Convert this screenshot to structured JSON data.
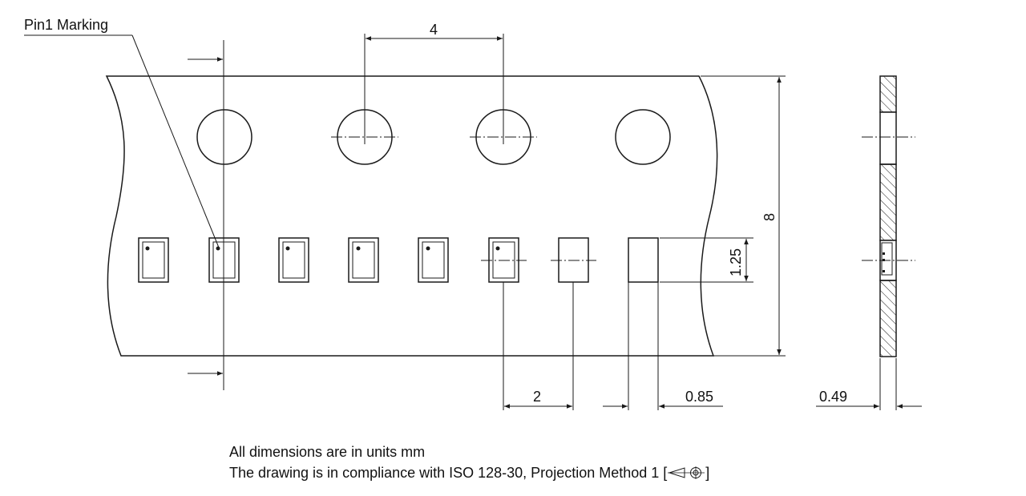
{
  "labels": {
    "pin1": "Pin1 Marking",
    "pitch_holes": "4",
    "tape_width": "8",
    "cavity_length": "1.25",
    "cavity_pitch": "2",
    "cavity_width": "0.85",
    "tape_thickness": "0.49"
  },
  "notes": {
    "line1": "All dimensions are in units mm",
    "line2_prefix": "The drawing is in compliance with ISO 128-30, Projection Method 1 [",
    "line2_suffix": "]"
  },
  "colors": {
    "ink": "#1a1a1a",
    "background": "#ffffff"
  },
  "icons": [
    "projection-method-1-icon"
  ]
}
